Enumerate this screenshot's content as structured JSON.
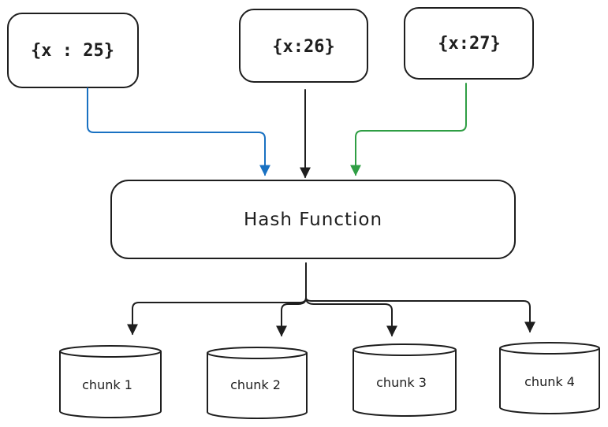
{
  "inputs": [
    {
      "id": "input-1",
      "label": "{x : 25}"
    },
    {
      "id": "input-2",
      "label": "{x:26}"
    },
    {
      "id": "input-3",
      "label": "{x:27}"
    }
  ],
  "hash": {
    "label": "Hash Function"
  },
  "chunks": [
    {
      "id": "chunk-1",
      "label": "chunk 1"
    },
    {
      "id": "chunk-2",
      "label": "chunk 2"
    },
    {
      "id": "chunk-3",
      "label": "chunk 3"
    },
    {
      "id": "chunk-4",
      "label": "chunk 4"
    }
  ],
  "colors": {
    "stroke": "#1e1e1e",
    "edge_input_1": "#1971c2",
    "edge_input_2": "#1e1e1e",
    "edge_input_3": "#2f9e44",
    "edge_out": "#1e1e1e"
  }
}
